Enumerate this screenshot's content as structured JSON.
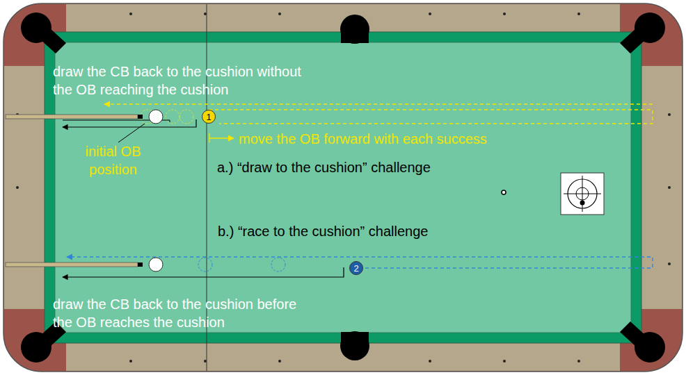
{
  "diagram": {
    "nodes": [
      {
        "text": [
          "1"
        ]
      },
      {
        "text": [
          "2"
        ]
      }
    ],
    "labels": [
      "draw the CB back to the cushion without the OB reaching the cushion",
      "initial OB position",
      "move the OB forward with each success",
      "a.) “draw to the cushion” challenge",
      "b.) “race to the cushion” challenge",
      "draw the CB back to the cushion before the OB reaches the cushion"
    ]
  }
}
